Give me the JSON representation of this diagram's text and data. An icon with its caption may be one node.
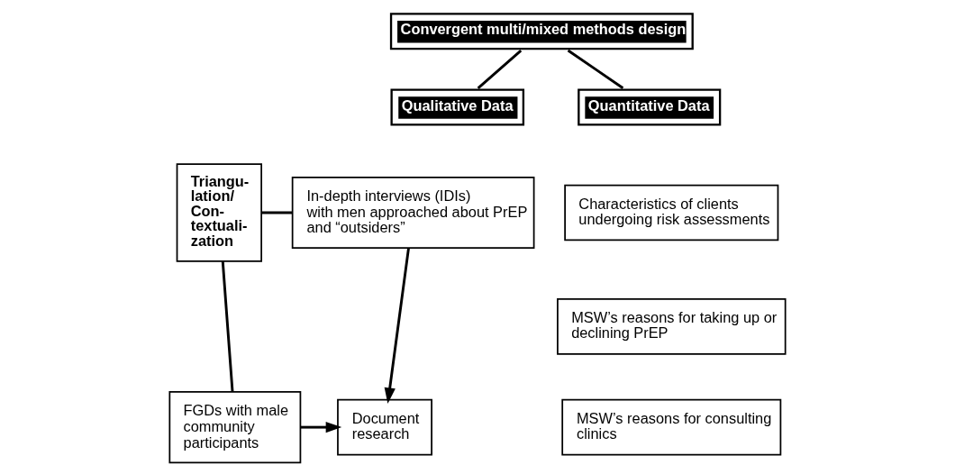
{
  "diagram": {
    "nodes": [
      {
        "text": [
          "Convergent multi/mixed methods design"
        ]
      },
      {
        "text": [
          "Qualitative Data"
        ]
      },
      {
        "text": [
          "Quantitative Data"
        ]
      },
      {
        "text": [
          "Triangu- lation/ Con- textuali- zation"
        ]
      },
      {
        "text": [
          "In-depth interviews (IDIs) with men approached about PrEP and “outsiders”"
        ]
      },
      {
        "text": [
          "FGDs with male community participants"
        ]
      },
      {
        "text": [
          "Document research"
        ]
      },
      {
        "text": [
          "Characteristics of clients undergoing risk assessments"
        ]
      },
      {
        "text": [
          "MSW’s reasons for taking up or declining PrEP"
        ]
      },
      {
        "text": [
          "MSW’s reasons for consulting clinics"
        ]
      }
    ],
    "edges": [
      {
        "from": 0,
        "to": 1,
        "arrow": "none"
      },
      {
        "from": 0,
        "to": 2,
        "arrow": "none"
      },
      {
        "from": 3,
        "to": 4,
        "arrow": "none"
      },
      {
        "from": 3,
        "to": 5,
        "arrow": "none"
      },
      {
        "from": 4,
        "to": 6,
        "arrow": "to"
      },
      {
        "from": 5,
        "to": 6,
        "arrow": "to"
      }
    ]
  }
}
